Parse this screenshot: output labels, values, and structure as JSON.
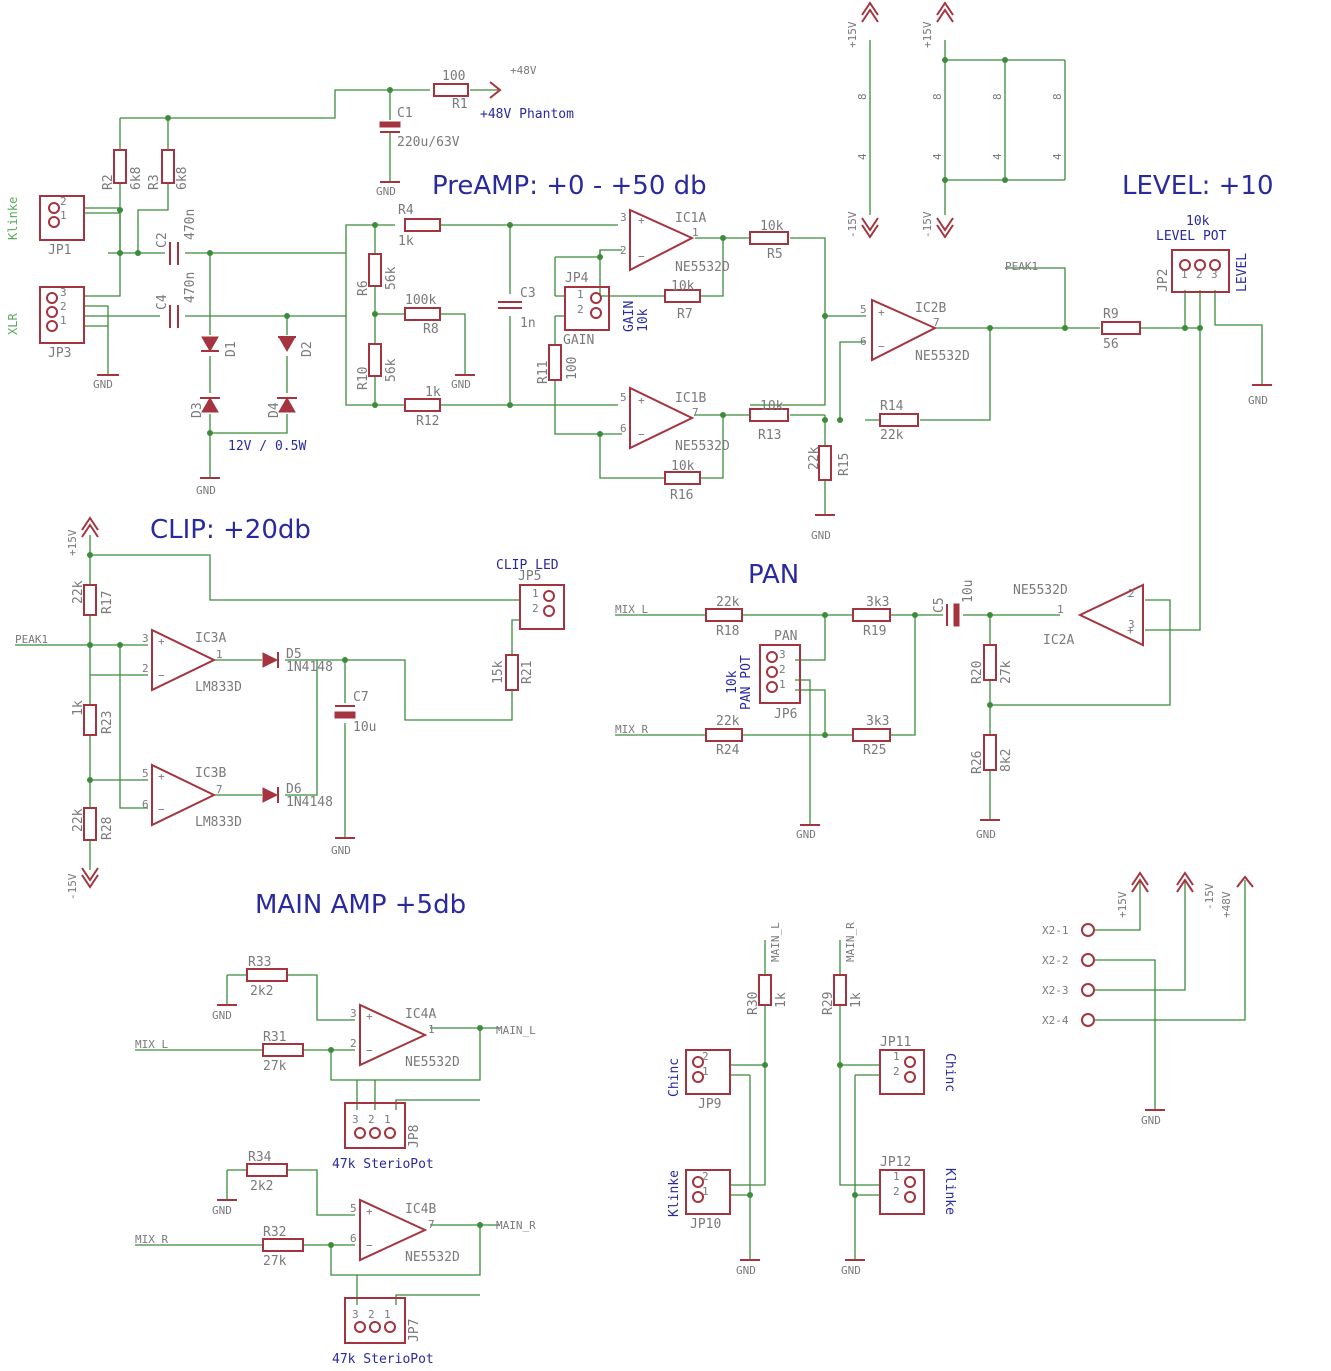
{
  "sections": {
    "preamp": "PreAMP: +0 - +50 db",
    "level": "LEVEL: +10",
    "clip": "CLIP: +20db",
    "pan": "PAN",
    "main_amp": "MAIN AMP +5db"
  },
  "labels": {
    "phantom": "+48V Phantom",
    "zener": "12V / 0.5W",
    "gain": "GAIN",
    "gain_val": "10k",
    "level_pot_val": "10k",
    "level_pot": "LEVEL POT",
    "level": "LEVEL",
    "clip_led": "CLIP LED",
    "pan": "PAN",
    "pan_pot_val": "10k",
    "pan_pot": "PAN POT",
    "stereo_pot_1": "47k SterioPot",
    "stereo_pot_2": "47k SterioPot",
    "chinc_1": "Chinc",
    "chinc_2": "Chinc",
    "klinke_1": "Klinke",
    "klinke_2": "Klinke",
    "klinke_in": "Klinke",
    "xlr_in": "XLR"
  },
  "supplies": {
    "p48": "+48V",
    "p15": "+15V",
    "m15": "-15V",
    "p48b": "+48V",
    "gnd": "GND"
  },
  "nets": {
    "peak": "PEAK1",
    "mix_l": "MIX_L",
    "mix_r": "MIX_R",
    "main_l": "MAIN_L",
    "main_r": "MAIN_R"
  },
  "connectors": [
    "X2-1",
    "X2-2",
    "X2-3",
    "X2-4"
  ],
  "parts": {
    "R1": {
      "ref": "R1",
      "val": "100"
    },
    "R2": {
      "ref": "R2",
      "val": "6k8"
    },
    "R3": {
      "ref": "R3",
      "val": "6k8"
    },
    "R4": {
      "ref": "R4",
      "val": "1k"
    },
    "R5": {
      "ref": "R5",
      "val": "10k"
    },
    "R6": {
      "ref": "R6",
      "val": "56k"
    },
    "R7": {
      "ref": "R7",
      "val": "10k"
    },
    "R8": {
      "ref": "R8",
      "val": "100k"
    },
    "R9": {
      "ref": "R9",
      "val": "56"
    },
    "R10": {
      "ref": "R10",
      "val": "56k"
    },
    "R11": {
      "ref": "R11",
      "val": "100"
    },
    "R12": {
      "ref": "R12",
      "val": "1k"
    },
    "R13": {
      "ref": "R13",
      "val": "10k"
    },
    "R14": {
      "ref": "R14",
      "val": "22k"
    },
    "R15": {
      "ref": "R15",
      "val": "22k"
    },
    "R16": {
      "ref": "R16",
      "val": "10k"
    },
    "R17": {
      "ref": "R17",
      "val": "22k"
    },
    "R18": {
      "ref": "R18",
      "val": "22k"
    },
    "R19": {
      "ref": "R19",
      "val": "3k3"
    },
    "R20": {
      "ref": "R20",
      "val": "27k"
    },
    "R21": {
      "ref": "R21",
      "val": "15k"
    },
    "R23": {
      "ref": "R23",
      "val": "1k"
    },
    "R24": {
      "ref": "R24",
      "val": "22k"
    },
    "R25": {
      "ref": "R25",
      "val": "3k3"
    },
    "R26": {
      "ref": "R26",
      "val": "8k2"
    },
    "R28": {
      "ref": "R28",
      "val": "22k"
    },
    "R29": {
      "ref": "R29",
      "val": "1k"
    },
    "R30": {
      "ref": "R30",
      "val": "1k"
    },
    "R31": {
      "ref": "R31",
      "val": "27k"
    },
    "R32": {
      "ref": "R32",
      "val": "27k"
    },
    "R33": {
      "ref": "R33",
      "val": "2k2"
    },
    "R34": {
      "ref": "R34",
      "val": "2k2"
    },
    "C1": {
      "ref": "C1",
      "val": "220u/63V"
    },
    "C2": {
      "ref": "C2",
      "val": "470n"
    },
    "C3": {
      "ref": "C3",
      "val": "1n"
    },
    "C4": {
      "ref": "C4",
      "val": "470n"
    },
    "C5": {
      "ref": "C5",
      "val": "10u"
    },
    "C7": {
      "ref": "C7",
      "val": "10u"
    },
    "D1": {
      "ref": "D1"
    },
    "D2": {
      "ref": "D2"
    },
    "D3": {
      "ref": "D3"
    },
    "D4": {
      "ref": "D4"
    },
    "D5": {
      "ref": "D5",
      "val": "1N4148"
    },
    "D6": {
      "ref": "D6",
      "val": "1N4148"
    },
    "IC1A": {
      "ref": "IC1A",
      "val": "NE5532D"
    },
    "IC1B": {
      "ref": "IC1B",
      "val": "NE5532D"
    },
    "IC2A": {
      "ref": "IC2A",
      "val": "NE5532D"
    },
    "IC2B": {
      "ref": "IC2B",
      "val": "NE5532D"
    },
    "IC3A": {
      "ref": "IC3A",
      "val": "LM833D"
    },
    "IC3B": {
      "ref": "IC3B",
      "val": "LM833D"
    },
    "IC4A": {
      "ref": "IC4A",
      "val": "NE5532D"
    },
    "IC4B": {
      "ref": "IC4B",
      "val": "NE5532D"
    },
    "JP1": {
      "ref": "JP1"
    },
    "JP2": {
      "ref": "JP2"
    },
    "JP3": {
      "ref": "JP3"
    },
    "JP4": {
      "ref": "JP4"
    },
    "JP5": {
      "ref": "JP5"
    },
    "JP6": {
      "ref": "JP6"
    },
    "JP7": {
      "ref": "JP7"
    },
    "JP8": {
      "ref": "JP8"
    },
    "JP9": {
      "ref": "JP9"
    },
    "JP10": {
      "ref": "JP10"
    },
    "JP11": {
      "ref": "JP11"
    },
    "JP12": {
      "ref": "JP12"
    }
  },
  "colors": {
    "wire": "#3c8c3c",
    "part": "#a4343f",
    "title": "#2a2aa0",
    "label": "#7a7a7a"
  }
}
